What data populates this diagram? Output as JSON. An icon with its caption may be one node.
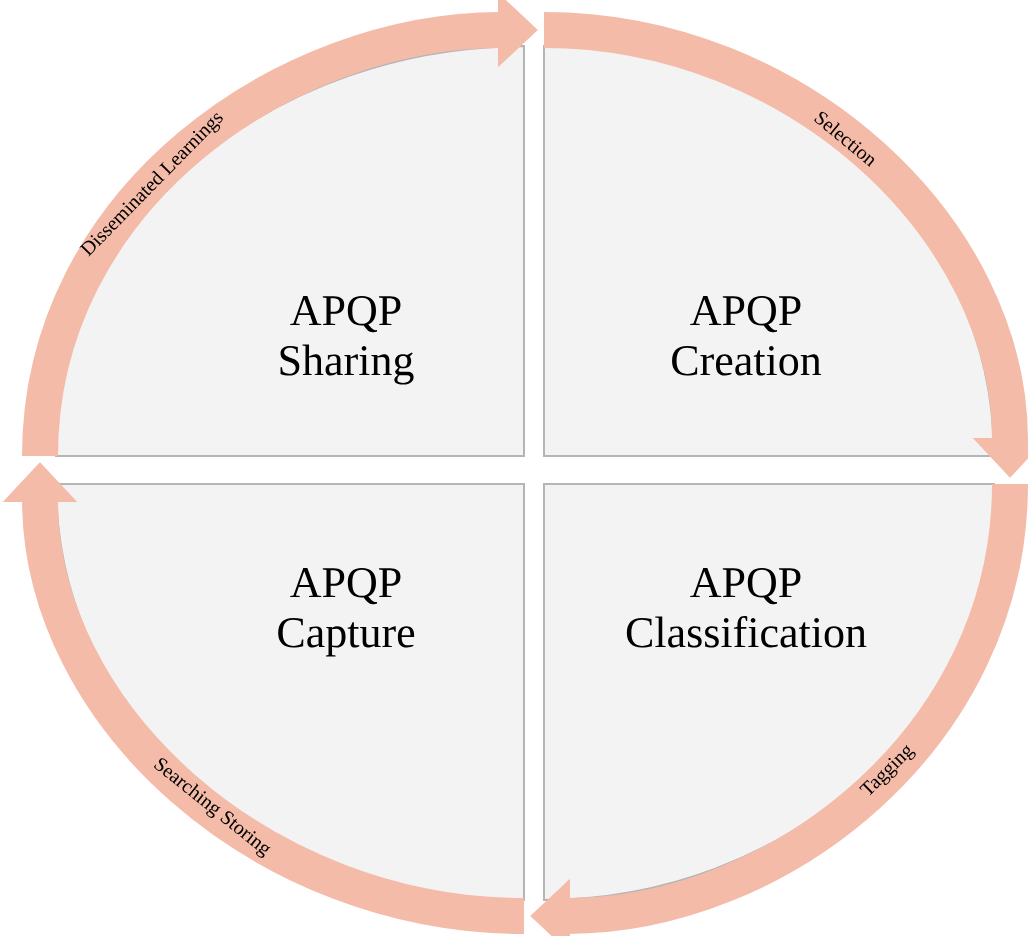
{
  "diagram": {
    "nodes": [
      {
        "text": [
          "APQP Sharing"
        ]
      },
      {
        "text": [
          "APQP Creation"
        ]
      },
      {
        "text": [
          "APQP Capture"
        ]
      },
      {
        "text": [
          "APQP Classification"
        ]
      }
    ],
    "edges": [
      {
        "from": 0,
        "to": 1,
        "arrow": "to",
        "label": "Disseminated Learnings"
      },
      {
        "from": 1,
        "to": 3,
        "arrow": "to",
        "label": "Selection"
      },
      {
        "from": 3,
        "to": 2,
        "arrow": "to",
        "label": "Tagging"
      },
      {
        "from": 2,
        "to": 0,
        "arrow": "to",
        "label": "Searching Storing"
      }
    ]
  }
}
